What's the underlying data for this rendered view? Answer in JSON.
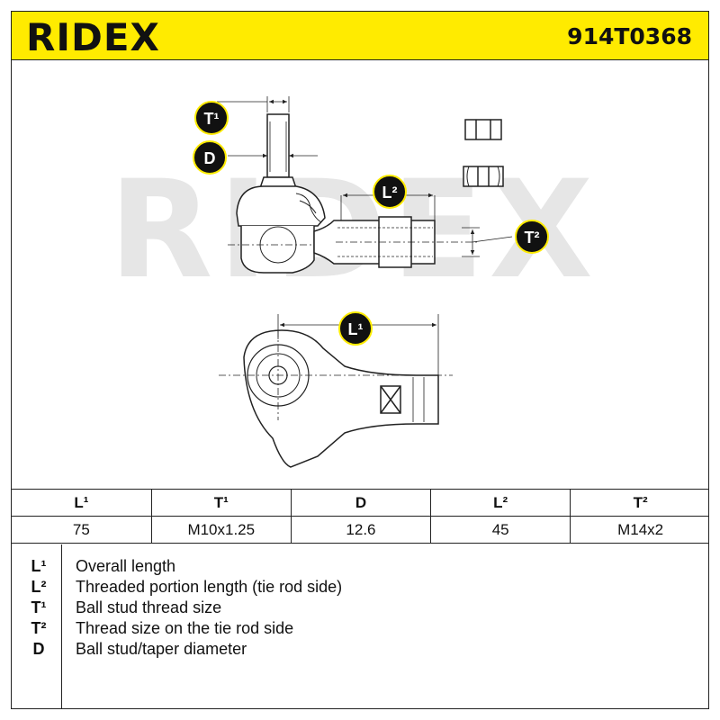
{
  "header": {
    "brand": "RIDEX",
    "part_number": "914T0368",
    "background_color": "#ffeb00"
  },
  "drawing": {
    "watermark": "RIDEX",
    "callouts": {
      "t1": "T¹",
      "d": "D",
      "l2": "L²",
      "t2": "T²",
      "l1": "L¹"
    }
  },
  "spec_table": {
    "headers": [
      "L¹",
      "T¹",
      "D",
      "L²",
      "T²"
    ],
    "values": [
      "75",
      "M10x1.25",
      "12.6",
      "45",
      "M14x2"
    ]
  },
  "legend": [
    {
      "key": "L¹",
      "text": "Overall length"
    },
    {
      "key": "L²",
      "text": "Threaded portion length (tie rod side)"
    },
    {
      "key": "T¹",
      "text": "Ball stud thread size"
    },
    {
      "key": "T²",
      "text": "Thread size on the tie rod side"
    },
    {
      "key": "D",
      "text": "Ball stud/taper diameter"
    }
  ]
}
